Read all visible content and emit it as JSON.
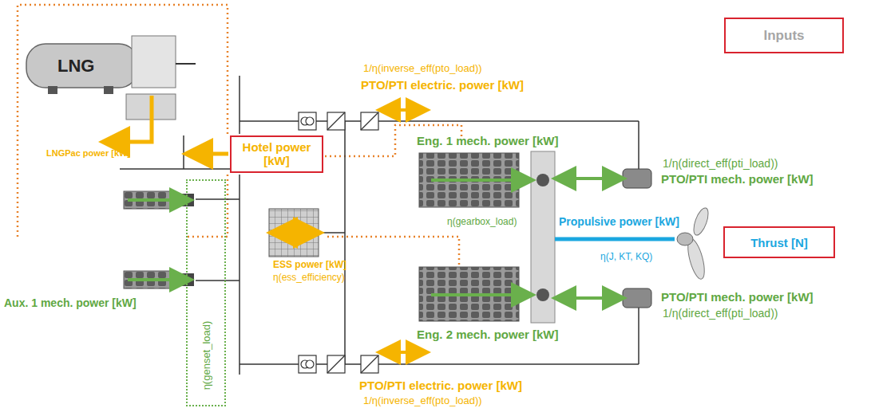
{
  "diagram": {
    "nodes": [
      {
        "text": [
          "Inputs"
        ]
      },
      {
        "text": [
          "Hotel power [kW]"
        ]
      },
      {
        "text": [
          "Thrust [N]"
        ]
      },
      {
        "text": [
          "η(genset_load)"
        ]
      }
    ],
    "labels": [
      "LNG",
      "LNGPac power [kW]",
      "1/η(inverse_eff(pto_load))",
      "PTO/PTI electric. power [kW]",
      "Eng. 1 mech. power [kW]",
      "1/η(direct_eff(pti_load))",
      "PTO/PTI mech. power [kW]",
      "Propulsive power [kW]",
      "η(gearbox_load)",
      "η(J, KT, KQ)",
      "ESS power [kW]",
      "η(ess_efficiency)",
      "Aux. 1 mech. power [kW]",
      "PTO/PTI mech. power [kW]",
      "1/η(direct_eff(pti_load))",
      "Eng. 2 mech. power [kW]",
      "PTO/PTI electric. power [kW]",
      "1/η(inverse_eff(pto_load))"
    ]
  }
}
